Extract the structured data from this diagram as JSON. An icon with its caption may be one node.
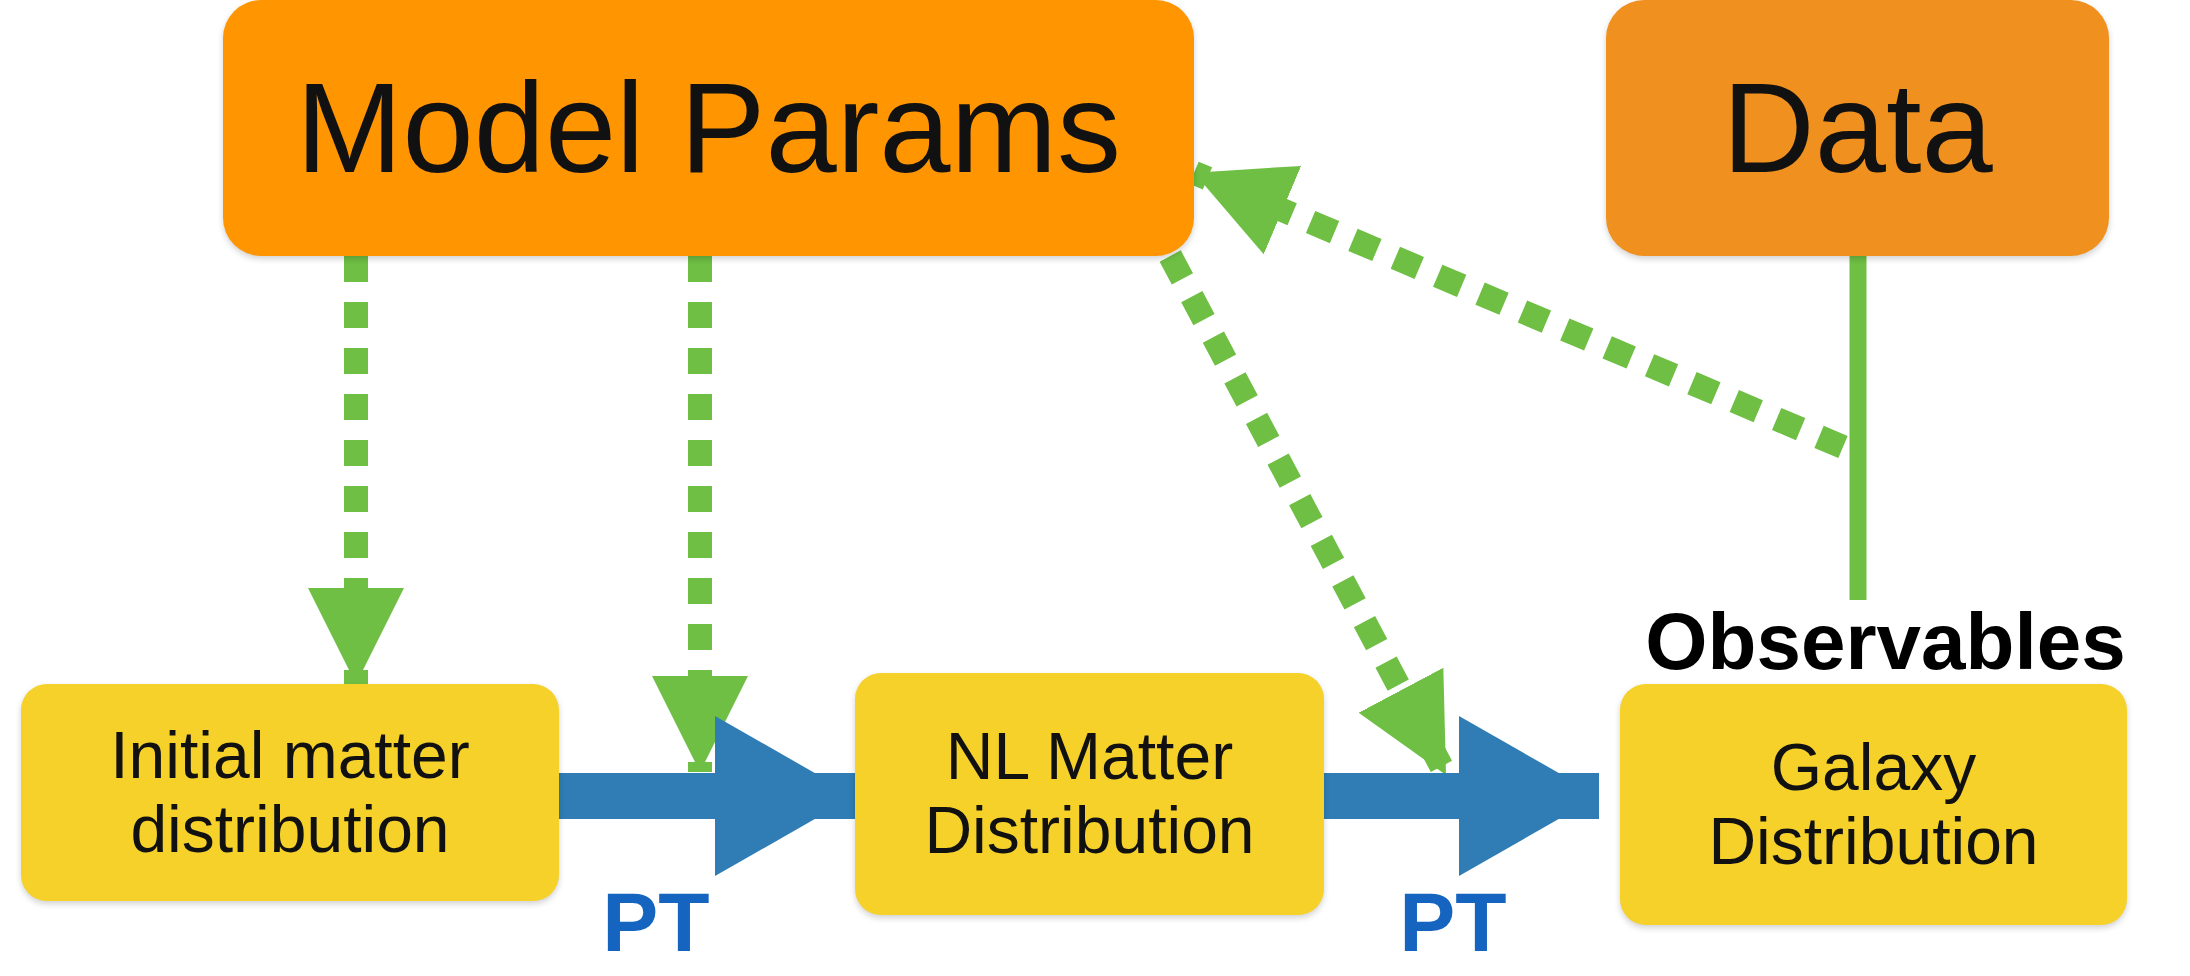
{
  "diagram": {
    "nodes": [
      {
        "text": [
          "Model Params"
        ]
      },
      {
        "text": [
          "Data"
        ]
      },
      {
        "text": [
          "Initial matter distribution"
        ]
      },
      {
        "text": [
          "NL Matter Distribution"
        ]
      },
      {
        "text": [
          "Observables",
          "Galaxy Distribution"
        ]
      }
    ],
    "edges": [
      {
        "from": 0,
        "to": 2,
        "arrow": "to",
        "style": "dashed"
      },
      {
        "from": 0,
        "to": null,
        "arrow": "to",
        "style": "dashed"
      },
      {
        "from": 0,
        "to": null,
        "arrow": "to",
        "style": "dashed"
      },
      {
        "from": null,
        "to": 0,
        "arrow": "to",
        "style": "dashed"
      },
      {
        "from": 1,
        "to": 4,
        "arrow": "none"
      },
      {
        "from": 2,
        "to": 3,
        "arrow": "to",
        "label": "PT",
        "style": "thick",
        "color": "#2f7db4"
      },
      {
        "from": 3,
        "to": 4,
        "arrow": "to",
        "label": "PT",
        "style": "thick",
        "color": "#2f7db4"
      }
    ]
  }
}
